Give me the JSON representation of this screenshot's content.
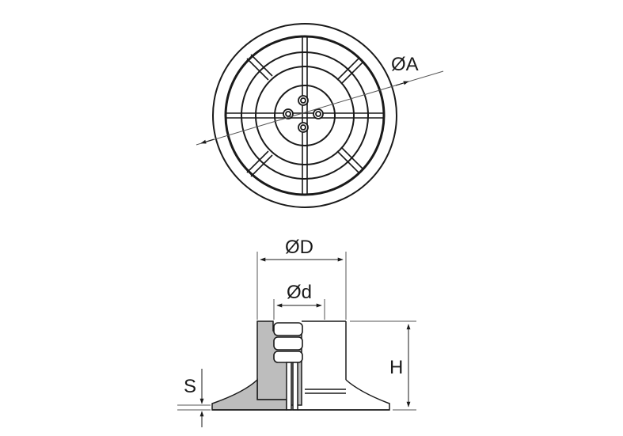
{
  "top_view": {
    "diameter_label": "ØA"
  },
  "side_view": {
    "outer_diameter_label": "ØD",
    "inner_diameter_label": "Ød",
    "height_label": "H",
    "thickness_label": "S"
  },
  "colors": {
    "line": "#1a1a1a",
    "dimension_line": "#555555",
    "section_fill": "#bdbdbd",
    "background": "#ffffff"
  }
}
